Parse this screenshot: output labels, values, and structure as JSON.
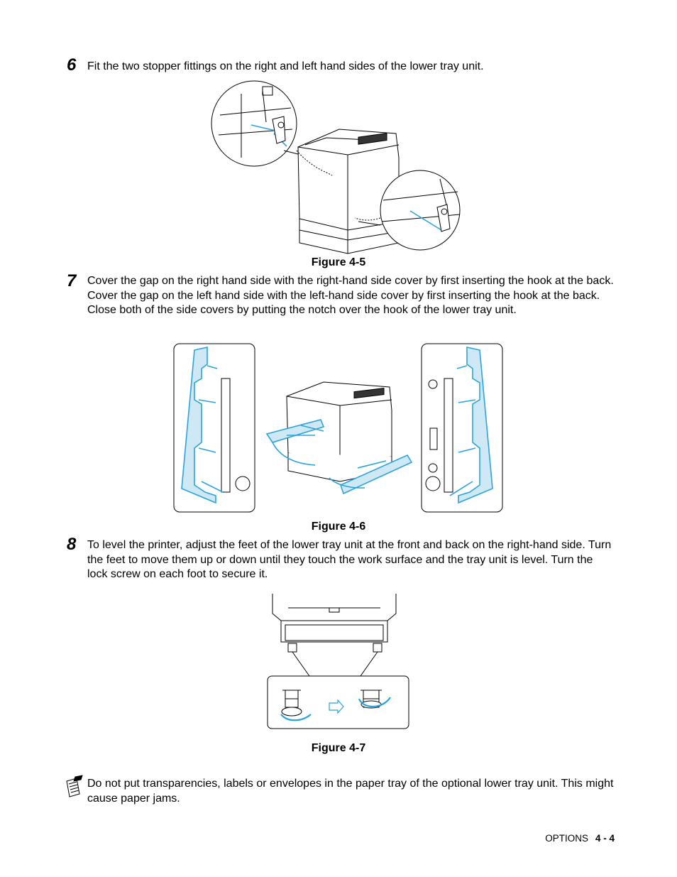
{
  "steps": [
    {
      "number": "6",
      "lines": [
        "Fit the two stopper fittings on the right and left hand sides of the lower tray unit."
      ]
    },
    {
      "number": "7",
      "lines": [
        "Cover the gap on the right hand side with the right-hand side cover by first inserting the hook at the back. Cover the gap on the left hand side with the left-hand side cover by first inserting the hook at the back.",
        "Close both of the side covers by putting the notch over the hook of the lower tray unit."
      ]
    },
    {
      "number": "8",
      "lines": [
        "To level the printer, adjust the feet of the lower tray unit at the front and back on the right-hand side. Turn the feet to move them up or down until they touch the work surface and the tray unit is level. Turn the lock screw on each foot to secure it."
      ]
    }
  ],
  "figures": {
    "fig5": "Figure 4-5",
    "fig6": "Figure 4-6",
    "fig7": "Figure 4-7"
  },
  "note": {
    "icon": "note-pencil-icon",
    "text": "Do not put transparencies, labels or envelopes in the paper tray of the optional lower tray unit. This might cause paper jams."
  },
  "footer": {
    "section": "OPTIONS",
    "page": "4 - 4"
  },
  "colors": {
    "accent_blue": "#2aa4dc",
    "cover_fill": "#cfe8f6"
  }
}
